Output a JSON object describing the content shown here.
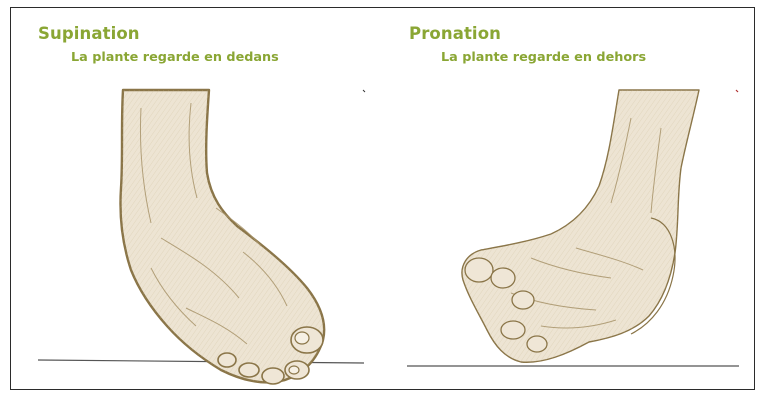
{
  "panels": [
    {
      "title": "Supination",
      "subtitle": "La plante regarde en dedans",
      "illustration": "foot-supination-sketch"
    },
    {
      "title": "Pronation",
      "subtitle": "La plante regarde en dehors",
      "illustration": "foot-pronation-sketch"
    }
  ],
  "colors": {
    "heading": "#8aa634",
    "skin_fill": "#ede4d3",
    "outline": "#8a7548",
    "ground_line": "#555555"
  }
}
